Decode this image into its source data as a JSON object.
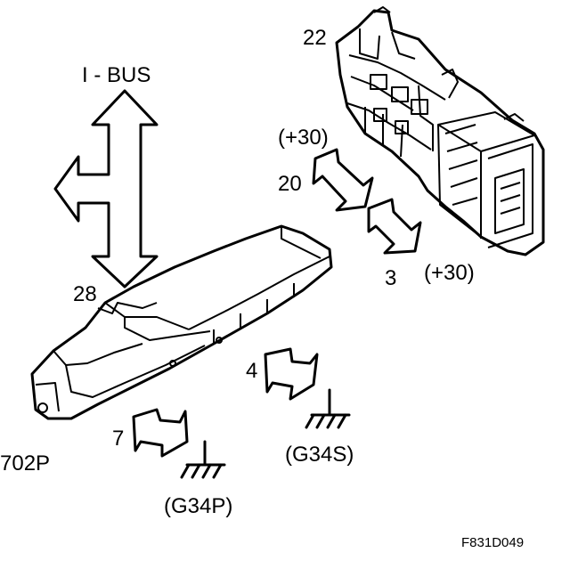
{
  "diagram": {
    "bus_label": "I - BUS",
    "labels": {
      "l22": "22",
      "l30a": "(+30)",
      "l20": "20",
      "l3": "3",
      "l30b": "(+30)",
      "l28": "28",
      "l4": "4",
      "l7": "7",
      "l702p": "702P",
      "lg34s": "(G34S)",
      "lg34p": "(G34P)"
    },
    "figure_code": "F831D049"
  },
  "colors": {
    "ink": "#000000",
    "paper": "#ffffff"
  }
}
